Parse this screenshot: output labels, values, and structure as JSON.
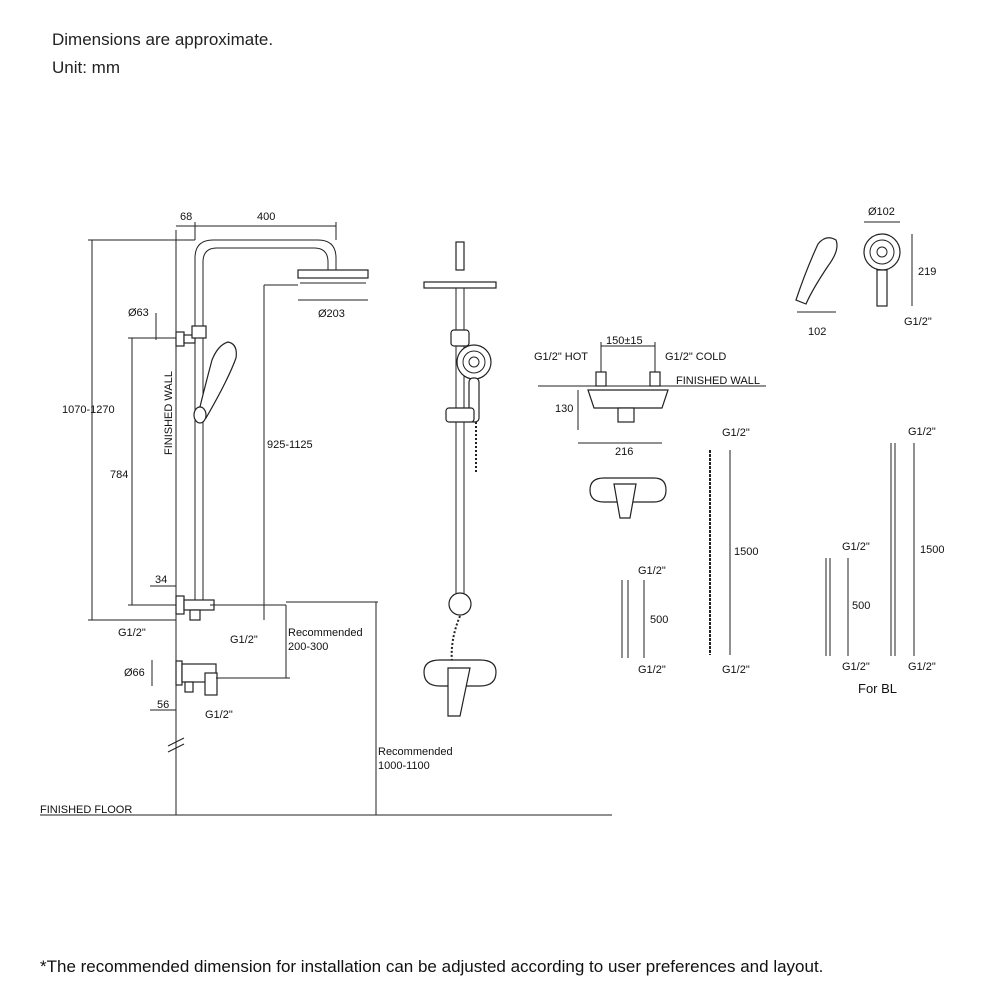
{
  "header": {
    "line1": "Dimensions are approximate.",
    "line2": "Unit: mm"
  },
  "footnote": "*The recommended dimension for installation can be adjusted according to user preferences and layout.",
  "side_view": {
    "dim_top_offset": "68",
    "dim_arm_length": "400",
    "dim_wall_flange": "Ø63",
    "dim_head_diameter": "Ø203",
    "dim_total_height": "1070-1270",
    "dim_bracket_height": "784",
    "dim_head_height": "925-1125",
    "wall_label": "FINISHED WALL",
    "dim_outlet_offset": "34",
    "g12_left": "G1/2\"",
    "g12_right": "G1/2\"",
    "recommended_spacing": "Recommended",
    "recommended_spacing_value": "200-300",
    "dim_mixer_flange": "Ø66",
    "dim_mixer_depth": "56",
    "g12_bottom": "G1/2\"",
    "recommended_height": "Recommended",
    "recommended_height_value": "1000-1100",
    "floor_label": "FINISHED FLOOR"
  },
  "mixer_detail": {
    "dim_center_distance": "150±15",
    "hot_label": "G1/2\" HOT",
    "cold_label": "G1/2\" COLD",
    "wall_label": "FINISHED WALL",
    "dim_height": "130",
    "dim_width": "216"
  },
  "hand_shower": {
    "dim_diameter": "Ø102",
    "dim_height": "219",
    "dim_depth": "102",
    "g12": "G1/2\""
  },
  "hose_short": {
    "g12_top": "G1/2\"",
    "length": "500",
    "g12_bottom": "G1/2\""
  },
  "hose_long": {
    "g12_top": "G1/2\"",
    "length": "1500",
    "g12_bottom": "G1/2\""
  },
  "for_bl": {
    "short_g12_top": "G1/2\"",
    "short_length": "500",
    "short_g12_bottom": "G1/2\"",
    "long_g12_top": "G1/2\"",
    "long_length": "1500",
    "long_g12_bottom": "G1/2\"",
    "caption": "For BL"
  }
}
